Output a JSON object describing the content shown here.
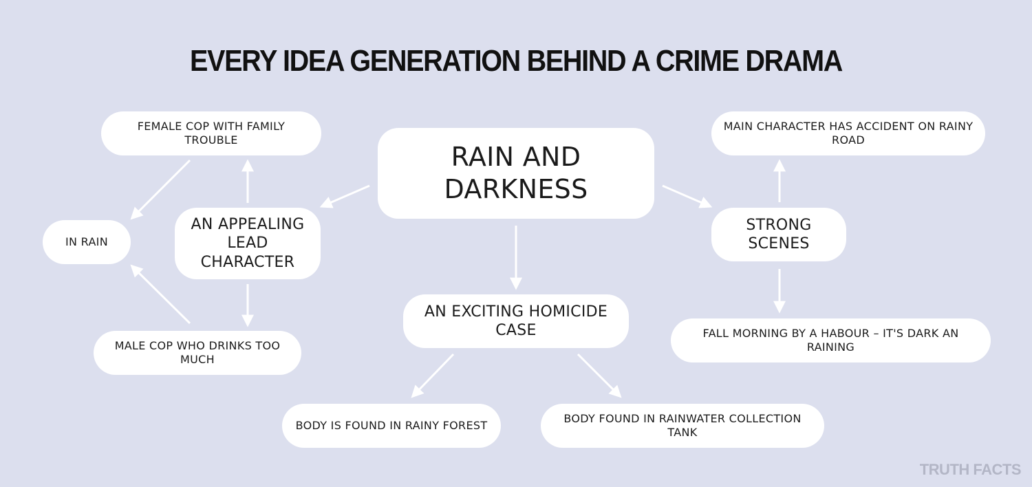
{
  "title": "EVERY IDEA GENERATION BEHIND A CRIME DRAMA",
  "nodes": {
    "center": "RAIN AND DARKNESS",
    "female_cop": "FEMALE COP WITH FAMILY TROUBLE",
    "in_rain": "IN RAIN",
    "lead_line1": "AN APPEALING",
    "lead_line2": "LEAD CHARACTER",
    "male_cop": "MALE COP WHO DRINKS TOO MUCH",
    "homicide": "AN EXCITING HOMICIDE CASE",
    "forest": "BODY IS FOUND IN RAINY FOREST",
    "tank": "BODY FOUND IN RAINWATER COLLECTION TANK",
    "accident": "MAIN CHARACTER HAS ACCIDENT ON RAINY ROAD",
    "strong_scenes": "STRONG SCENES",
    "fall_morning": "FALL MORNING BY A HABOUR – IT'S DARK AN RAINING"
  },
  "watermark": "TRUTH FACTS",
  "colors": {
    "background": "#dcdfee",
    "node": "#ffffff",
    "arrow": "#ffffff",
    "text": "#111111",
    "watermark": "#b3b6c6"
  }
}
